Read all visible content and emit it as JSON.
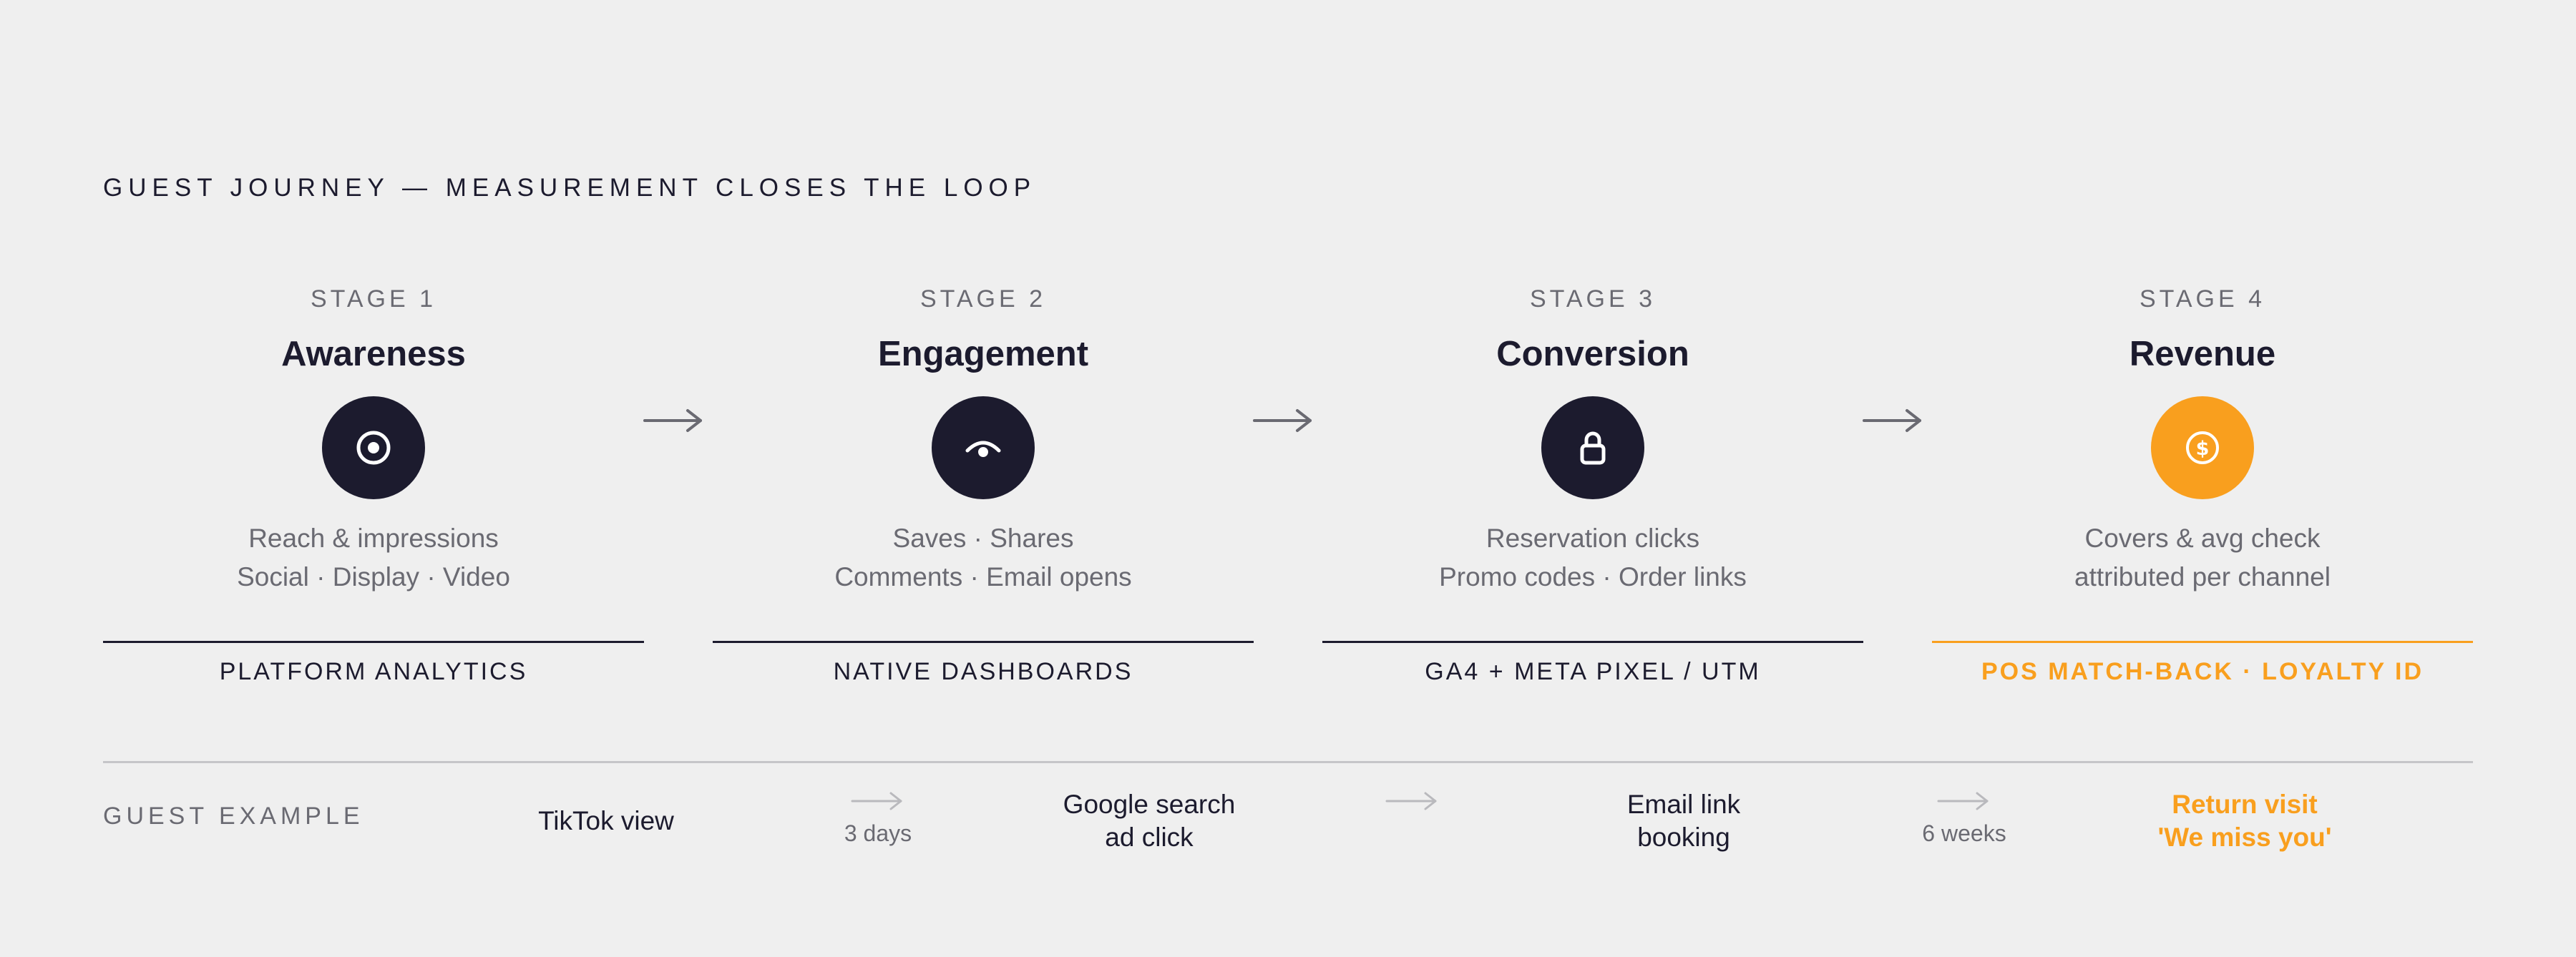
{
  "title": "GUEST JOURNEY — MEASUREMENT CLOSES THE LOOP",
  "colors": {
    "ink": "#1c1b2e",
    "muted": "#6a6a72",
    "accent": "#f99f1e",
    "background": "#efefef",
    "divider": "#c5c5c8"
  },
  "stages": [
    {
      "number": "STAGE 1",
      "name": "Awareness",
      "icon": "target-icon",
      "desc": [
        "Reach & impressions",
        "Social · Display · Video"
      ],
      "tool": "PLATFORM ANALYTICS",
      "highlight": false
    },
    {
      "number": "STAGE 2",
      "name": "Engagement",
      "icon": "eye-icon",
      "desc": [
        "Saves · Shares",
        "Comments · Email opens"
      ],
      "tool": "NATIVE DASHBOARDS",
      "highlight": false
    },
    {
      "number": "STAGE 3",
      "name": "Conversion",
      "icon": "lock-icon",
      "desc": [
        "Reservation clicks",
        "Promo codes · Order links"
      ],
      "tool": "GA4 + META PIXEL / UTM",
      "highlight": false
    },
    {
      "number": "STAGE 4",
      "name": "Revenue",
      "icon": "dollar-coin-icon",
      "desc": [
        "Covers & avg check",
        "attributed per channel"
      ],
      "tool": "POS MATCH-BACK · LOYALTY ID",
      "highlight": true
    }
  ],
  "example": {
    "label": "GUEST EXAMPLE",
    "steps": [
      {
        "lines": [
          "TikTok view"
        ],
        "highlight": false
      },
      {
        "lines": [
          "Google search",
          "ad click"
        ],
        "highlight": false
      },
      {
        "lines": [
          "Email link",
          "booking"
        ],
        "highlight": false
      },
      {
        "lines": [
          "Return visit",
          "'We miss you'"
        ],
        "highlight": true
      }
    ],
    "gaps": [
      "3 days",
      "",
      "6 weeks"
    ]
  }
}
